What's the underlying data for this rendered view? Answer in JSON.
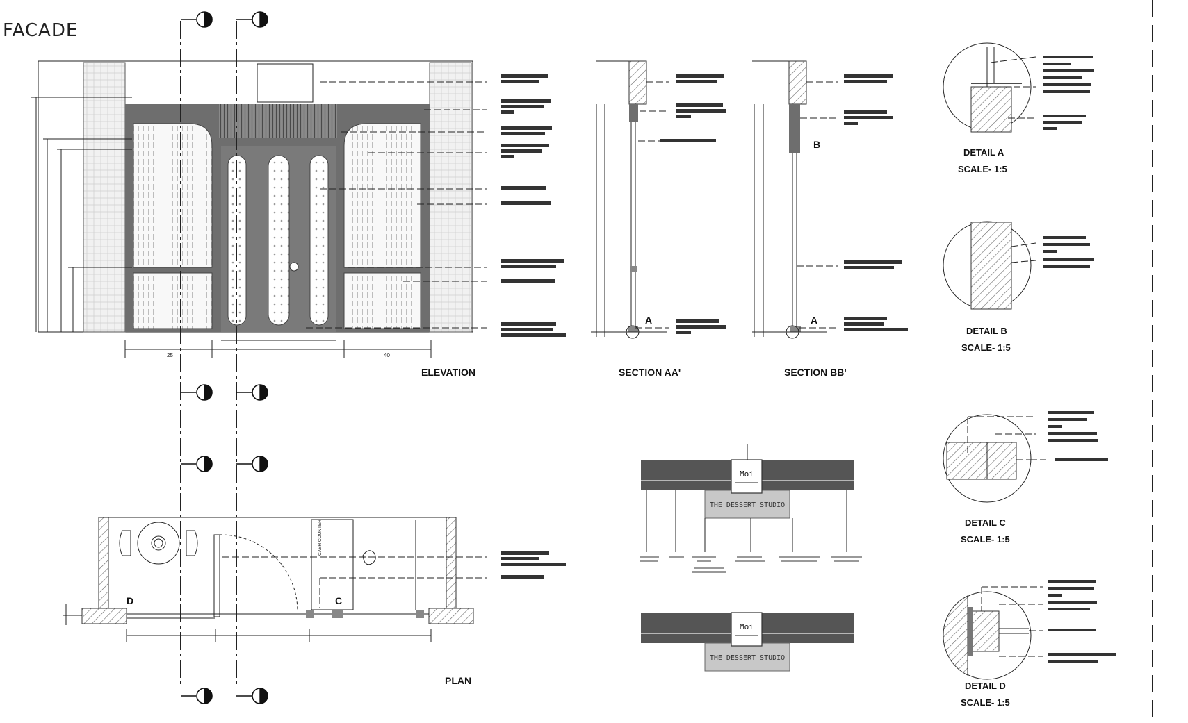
{
  "sheet": {
    "title": "FACADE"
  },
  "views": {
    "elevation": {
      "label": "ELEVATION"
    },
    "section_a": {
      "label": "SECTION AA'"
    },
    "section_b": {
      "label": "SECTION BB'"
    },
    "plan": {
      "label": "PLAN"
    },
    "plan_counter": {
      "label": "CASH COUNTER"
    }
  },
  "details": [
    {
      "label": "DETAIL A",
      "scale": "SCALE- 1:5"
    },
    {
      "label": "DETAIL B",
      "scale": "SCALE- 1:5"
    },
    {
      "label": "DETAIL C",
      "scale": "SCALE- 1:5"
    },
    {
      "label": "DETAIL D",
      "scale": "SCALE- 1:5"
    }
  ],
  "markers": {
    "a": "A",
    "b": "B",
    "c": "C",
    "d": "D"
  },
  "elevation_dims": {
    "left": "25",
    "right": "40"
  },
  "signage": {
    "logo": "Moi",
    "studio": "THE DESSERT STUDIO"
  },
  "colors": {
    "frame": "#6e6e6e",
    "hatch": "#9a9a9a",
    "sign_band": "#555555",
    "sign_box": "#c8c8c8",
    "line": "#222222"
  }
}
